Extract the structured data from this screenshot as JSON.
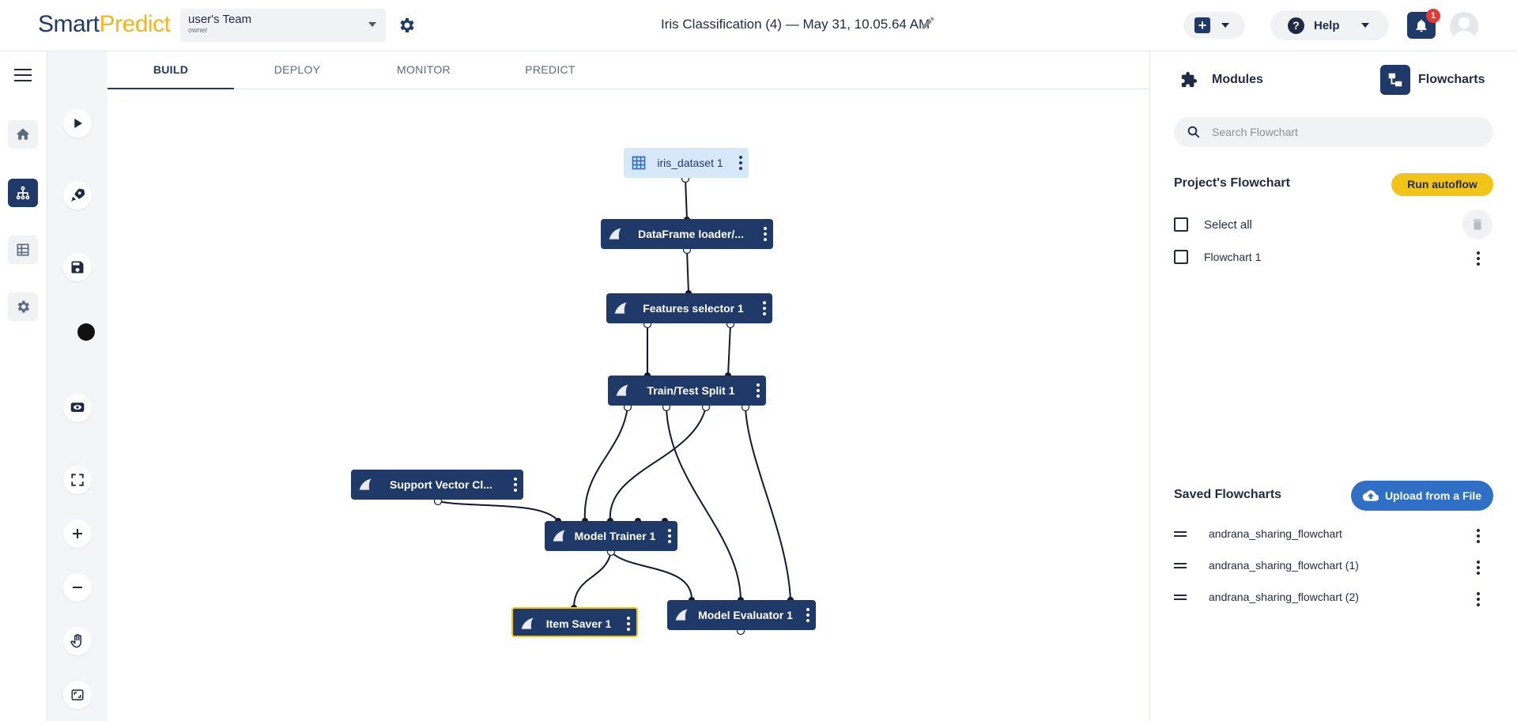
{
  "header": {
    "logo_smart": "Smart",
    "logo_predict": "Predict",
    "team_name": "user's Team",
    "team_role": "owner",
    "project_title": "Iris Classification (4) —  May 31, 10.05.64 AM",
    "help_label": "Help",
    "notification_count": "1"
  },
  "tabs": [
    "BUILD",
    "DEPLOY",
    "MONITOR",
    "PREDICT"
  ],
  "active_tab": "BUILD",
  "nodes": {
    "dataset": "iris_dataset 1",
    "loader": "DataFrame loader/...",
    "features": "Features selector 1",
    "split": "Train/Test Split 1",
    "svc": "Support Vector Cl...",
    "trainer": "Model Trainer 1",
    "saver": "Item Saver 1",
    "evaluator": "Model Evaluator 1"
  },
  "right_panel": {
    "modules_tab": "Modules",
    "flowcharts_tab": "Flowcharts",
    "search_placeholder": "Search Flowchart",
    "project_flowchart_title": "Project's Flowchart",
    "run_autoflow": "Run autoflow",
    "select_all": "Select all",
    "flowcharts": [
      "Flowchart 1"
    ],
    "saved_title": "Saved Flowcharts",
    "upload_label": "Upload from a File",
    "saved_flowcharts": [
      "andrana_sharing_flowchart",
      "andrana_sharing_flowchart (1)",
      "andrana_sharing_flowchart (2)"
    ]
  },
  "colors": {
    "primary": "#1f3a68",
    "accent_yellow": "#f2c418",
    "upload_blue": "#2f6fc6",
    "dataset_bg": "#d7e8fb"
  }
}
